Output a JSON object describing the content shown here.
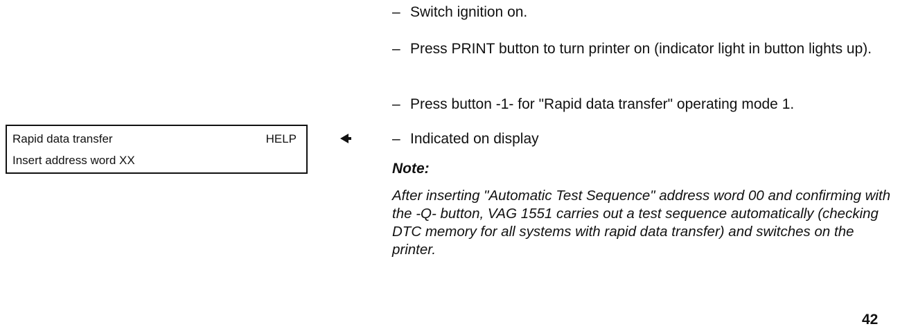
{
  "display": {
    "line1_left": "Rapid data transfer",
    "line1_right": "HELP",
    "line2": "Insert address word  XX"
  },
  "steps": [
    {
      "dash": "–",
      "text": "Switch ignition on."
    },
    {
      "dash": "–",
      "text": "Press PRINT button to turn printer on (indicator light in button lights up)."
    },
    {
      "dash": "–",
      "text": "Press button -1- for \"Rapid data transfer\" operating mode 1."
    },
    {
      "dash": "–",
      "text": "Indicated on display"
    }
  ],
  "note": {
    "title": "Note:",
    "body": "After inserting \"Automatic Test Sequence\" address word 00 and confirming with the -Q- button, VAG 1551 carries out a test sequence automatically (checking DTC memory for all systems with rapid data transfer) and switches on the printer."
  },
  "page_number": "42",
  "icons": {
    "pointer": "pointer-arrow-left-icon"
  }
}
